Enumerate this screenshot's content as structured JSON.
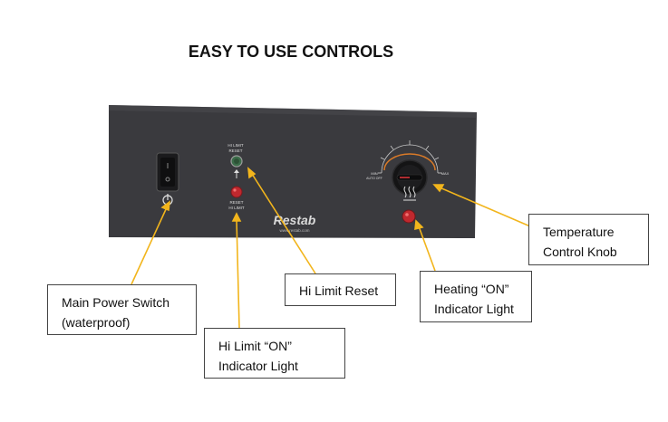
{
  "title": "EASY TO USE CONTROLS",
  "panel": {
    "hi_limit_reset_label_line1": "HI LIMIT",
    "hi_limit_reset_label_line2": "RESET",
    "reset_hi_limit_label_line1": "RESET",
    "reset_hi_limit_label_line2": "HI LIMIT",
    "brand": "Restab",
    "brand_url": "www.restab.com",
    "dial_min_line1": "MIN",
    "dial_min_line2": "AUTO OFF",
    "dial_max": "MAX"
  },
  "callouts": {
    "main_power_line1": "Main Power Switch",
    "main_power_line2": "(waterproof)",
    "hi_limit_on_line1": "Hi Limit “ON”",
    "hi_limit_on_line2": "Indicator Light",
    "hi_limit_reset": "Hi Limit Reset",
    "heating_on_line1": "Heating “ON”",
    "heating_on_line2": "Indicator Light",
    "temp_knob_line1": "Temperature",
    "temp_knob_line2": "Control Knob"
  },
  "colors": {
    "panel": "#3a3a3e",
    "callout_line": "#f2b51c",
    "indicator_red": "#c0282e",
    "indicator_green": "#3c6d4a"
  },
  "icons": [
    "power-icon",
    "heat-icon",
    "up-arrow-icon"
  ]
}
